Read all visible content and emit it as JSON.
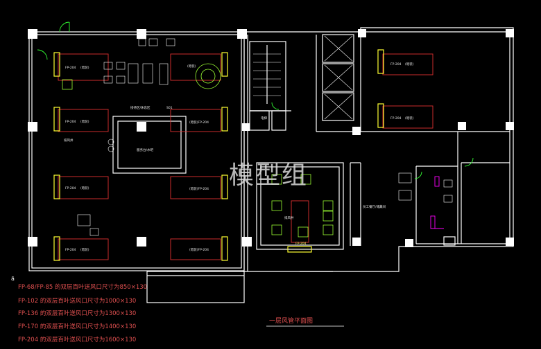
{
  "watermark": "模型组",
  "title": "一层风管平面图",
  "notes_symbol": "ä",
  "notes": [
    "FP-68/FP-85 的双层百叶送风口尺寸为850×130",
    "FP-102 的双层百叶送风口尺寸为1000×130",
    "FP-136 的双层百叶送风口尺寸为1300×130",
    "FP-170 的双层百叶送风口尺寸为1400×130",
    "FP-204 的双层百叶送风口尺寸为1600×130"
  ],
  "unit_labels": {
    "a": "FP-204",
    "b": "(暗装)",
    "c": "(暗装)FP-204",
    "d": "FP-204"
  },
  "room_labels": {
    "reception": "接待区/休息区",
    "reception_no": "S01",
    "bar": "服务台/水吧",
    "lift": "电梯",
    "staff": "员工餐厅/储藏间",
    "riser1": "排风井",
    "riser2": "排风井",
    "fp_center": "FP-204"
  },
  "colors": {
    "wall": "#ffffff",
    "unit": "#ffff33",
    "duct": "#e03030",
    "accent": "#ff00ff",
    "green": "#33ff33"
  }
}
